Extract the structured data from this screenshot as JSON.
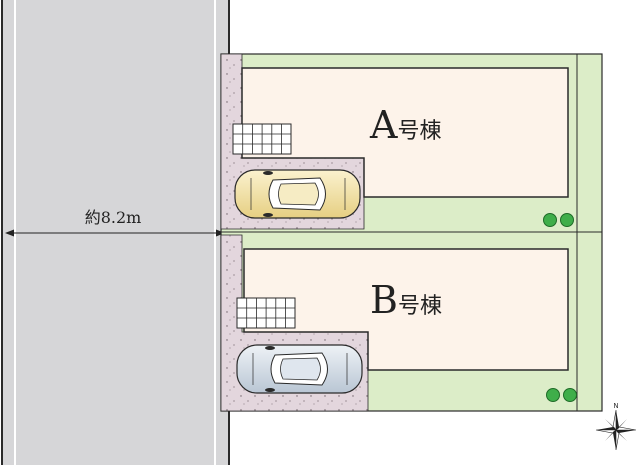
{
  "road": {
    "width_label": "約8.2m",
    "color": "#d6d6d8"
  },
  "buildings": [
    {
      "id": "A",
      "letter": "A",
      "suffix": "号棟",
      "color": "#fdf3ea"
    },
    {
      "id": "B",
      "letter": "B",
      "suffix": "号棟",
      "color": "#fdf3ea"
    }
  ],
  "colors": {
    "lawn": "#dcedc8",
    "paving": "#e3d6dd",
    "outline": "#2a2a2a",
    "car_a": "#f0dfa0",
    "car_b": "#d5dee8",
    "shrub": "#3fae4a"
  },
  "compass": {
    "north_label": "N",
    "icon": "compass-rose-icon"
  }
}
